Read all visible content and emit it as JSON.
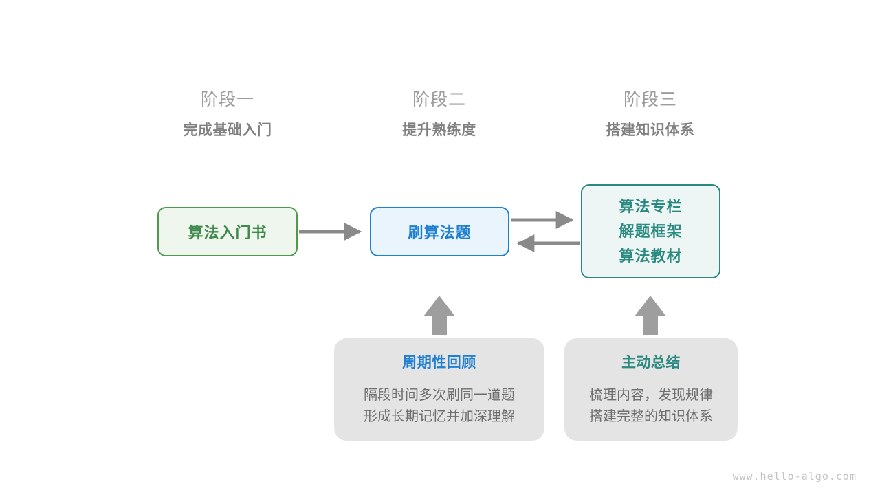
{
  "watermark": "www.hello-algo.com",
  "palette": {
    "background": "#ffffff",
    "green": "#3f8a4a",
    "green_border": "#4d9a4d",
    "green_fill": "#eef6ee",
    "blue": "#1f7fd0",
    "blue_fill": "#e9f4fd",
    "teal": "#2b8a80",
    "teal_fill": "#edf6f4",
    "arrow_gray": "#8a8a8a",
    "block_arrow_gray": "#9e9e9e",
    "card_gray": "#e4e4e4",
    "text_gray": "#6e6e6e",
    "label_gray": "#9d9d9d",
    "sub_gray": "#808080"
  },
  "stages": [
    {
      "label": "阶段一",
      "subtitle": "完成基础入门"
    },
    {
      "label": "阶段二",
      "subtitle": "提升熟练度"
    },
    {
      "label": "阶段三",
      "subtitle": "搭建知识体系"
    }
  ],
  "nodes": {
    "book": {
      "label": "算法入门书"
    },
    "practice": {
      "label": "刷算法题"
    },
    "system": {
      "lines": [
        "算法专栏",
        "解题框架",
        "算法教材"
      ]
    }
  },
  "notes": [
    {
      "title": "周期性回顾",
      "body_lines": [
        "隔段时间多次刷同一道题",
        "形成长期记忆并加深理解"
      ]
    },
    {
      "title": "主动总结",
      "body_lines": [
        "梳理内容，发现规律",
        "搭建完整的知识体系"
      ]
    }
  ],
  "connectors": [
    {
      "name": "book-to-practice",
      "direction": "right"
    },
    {
      "name": "practice-to-system",
      "direction": "right"
    },
    {
      "name": "system-to-practice",
      "direction": "left"
    },
    {
      "name": "review-to-practice",
      "direction": "up"
    },
    {
      "name": "summary-to-system",
      "direction": "up"
    }
  ]
}
